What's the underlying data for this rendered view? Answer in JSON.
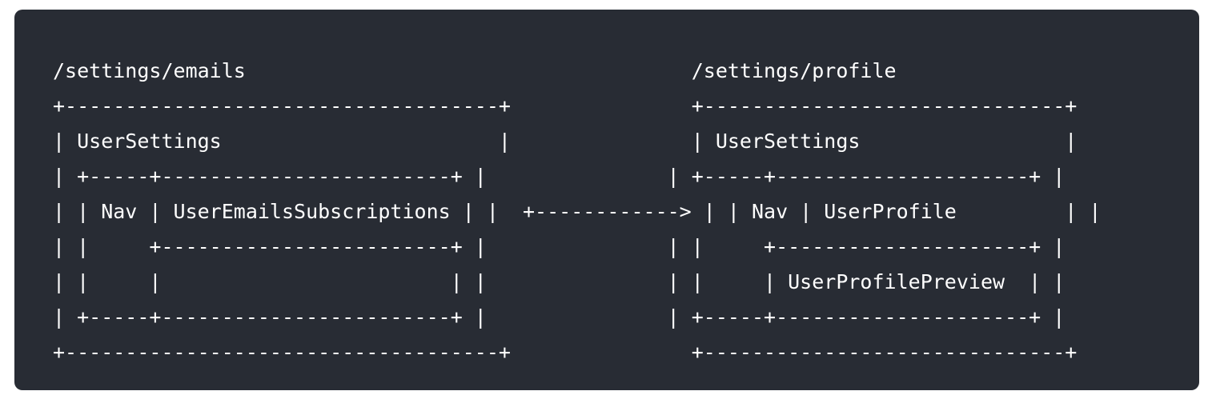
{
  "code_block": {
    "lines": [
      "/settings/emails                                     /settings/profile",
      "+------------------------------------+               +------------------------------+",
      "| UserSettings                       |               | UserSettings                 |",
      "| +-----+------------------------+ |               | +-----+---------------------+ |",
      "| | Nav | UserEmailsSubscriptions | |  +------------> | | Nav | UserProfile         | |",
      "| |     +------------------------+ |               | |     +---------------------+ |",
      "| |     |                        | |               | |     | UserProfilePreview  | |",
      "| +-----+------------------------+ |               | +-----+---------------------+ |",
      "+------------------------------------+               +------------------------------+"
    ]
  }
}
